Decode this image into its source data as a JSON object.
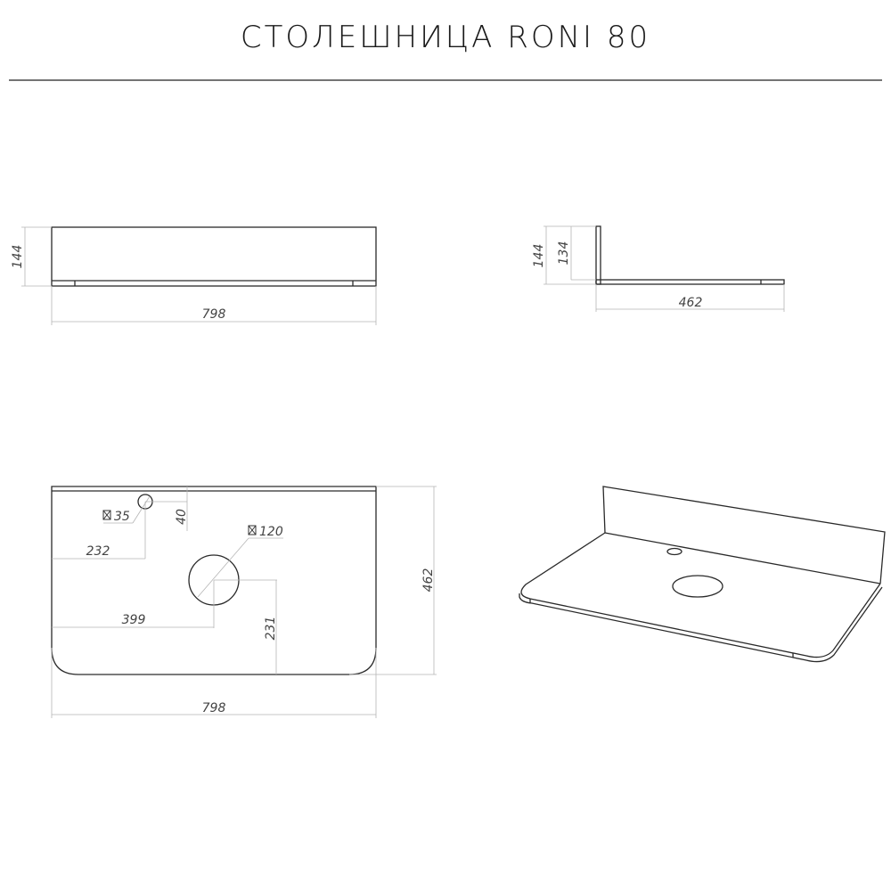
{
  "title": "СТОЛЕШНИЦА RONI 80",
  "front_view": {
    "height": "144",
    "width": "798"
  },
  "side_view": {
    "height_total": "144",
    "height_backsplash": "134",
    "depth": "462"
  },
  "plan_view": {
    "tap_hole_diameter": "35",
    "tap_hole_from_back": "40",
    "tap_hole_from_left": "232",
    "sink_hole_diameter": "120",
    "sink_hole_from_left": "399",
    "sink_hole_from_front": "231",
    "depth": "462",
    "width": "798",
    "diameter_symbol": "⌀"
  }
}
